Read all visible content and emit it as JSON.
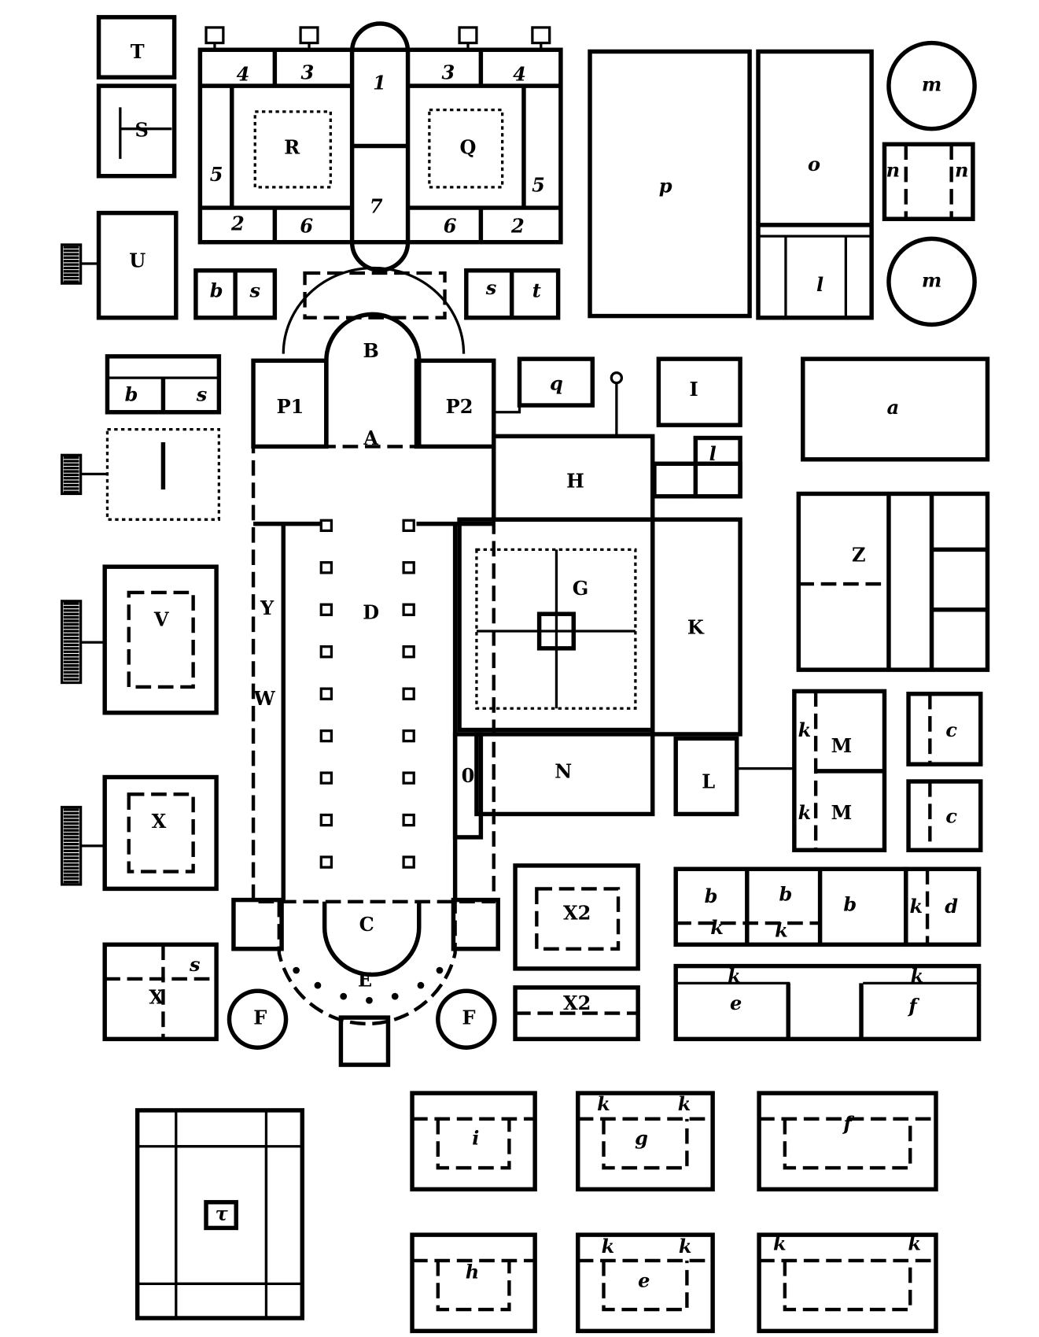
{
  "labels": [
    "T",
    "S",
    "U",
    "4",
    "3",
    "1",
    "3",
    "4",
    "R",
    "Q",
    "5",
    "5",
    "2",
    "6",
    "7",
    "6",
    "2",
    "p",
    "o",
    "m",
    "n",
    "n",
    "m",
    "l",
    "b",
    "s",
    "s",
    "t",
    "B",
    "P1",
    "P2",
    "A",
    "q",
    "I",
    "a",
    "b",
    "s",
    "H",
    "l",
    "Z",
    "G",
    "D",
    "Y",
    "V",
    "K",
    "W",
    "k",
    "M",
    "c",
    "N",
    "L",
    "0",
    "X",
    "k",
    "M",
    "c",
    "b",
    "b",
    "b",
    "k",
    "k",
    "k",
    "d",
    "C",
    "X2",
    "s",
    "E",
    "X",
    "F",
    "F",
    "X2",
    "k",
    "e",
    "k",
    "f",
    "i",
    "k",
    "k",
    "g",
    "f",
    "τ",
    "k",
    "k",
    "h",
    "k",
    "k",
    "e"
  ]
}
